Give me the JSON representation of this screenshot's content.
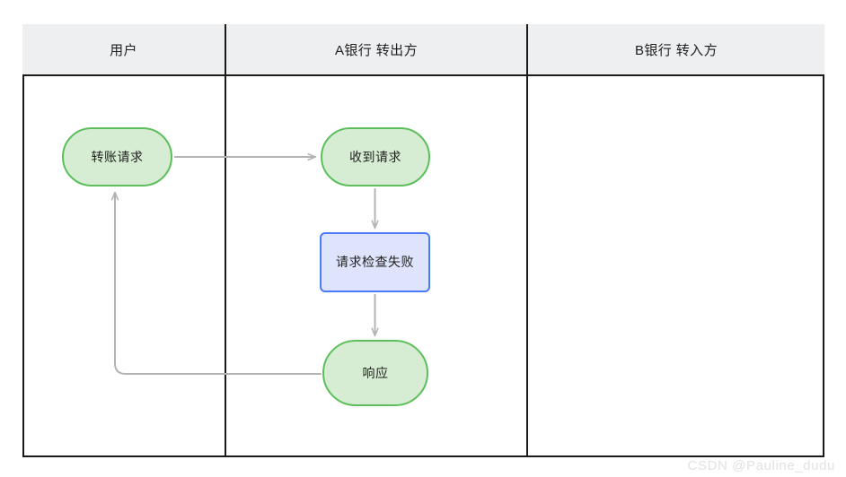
{
  "diagram": {
    "type": "swimlane-flowchart",
    "title_visible": false,
    "colors": {
      "frame_border": "#1a1a1a",
      "lane_header_bg": "#eeeff1",
      "green_fill": "#d7edd3",
      "green_border": "#5cbf5c",
      "blue_fill": "#dde4fb",
      "blue_border": "#4a7bfb",
      "connector": "#b4b4b4",
      "canvas_bg": "#ffffff",
      "watermark": "#e2e2e2"
    },
    "lanes": [
      {
        "id": "lane-user",
        "label": "用户"
      },
      {
        "id": "lane-bank-a",
        "label": "A银行 转出方"
      },
      {
        "id": "lane-bank-b",
        "label": "B银行 转入方"
      }
    ],
    "nodes": [
      {
        "id": "node-transfer-request",
        "label": "转账请求",
        "lane": "lane-user",
        "shape": "stadium",
        "style": "green"
      },
      {
        "id": "node-received-request",
        "label": "收到请求",
        "lane": "lane-bank-a",
        "shape": "stadium",
        "style": "green"
      },
      {
        "id": "node-check-failed",
        "label": "请求检查失败",
        "lane": "lane-bank-a",
        "shape": "rectangle",
        "style": "blue"
      },
      {
        "id": "node-response",
        "label": "响应",
        "lane": "lane-bank-a",
        "shape": "stadium",
        "style": "green"
      }
    ],
    "edges": [
      {
        "id": "edge-request-to-received",
        "from": "node-transfer-request",
        "to": "node-received-request",
        "label": "",
        "direction": "right"
      },
      {
        "id": "edge-received-to-failed",
        "from": "node-received-request",
        "to": "node-check-failed",
        "label": "",
        "direction": "down"
      },
      {
        "id": "edge-failed-to-response",
        "from": "node-check-failed",
        "to": "node-response",
        "label": "",
        "direction": "down"
      },
      {
        "id": "edge-response-to-request",
        "from": "node-response",
        "to": "node-transfer-request",
        "label": "",
        "direction": "left-up"
      }
    ]
  },
  "watermark": {
    "text": "CSDN @Pauline_dudu"
  }
}
